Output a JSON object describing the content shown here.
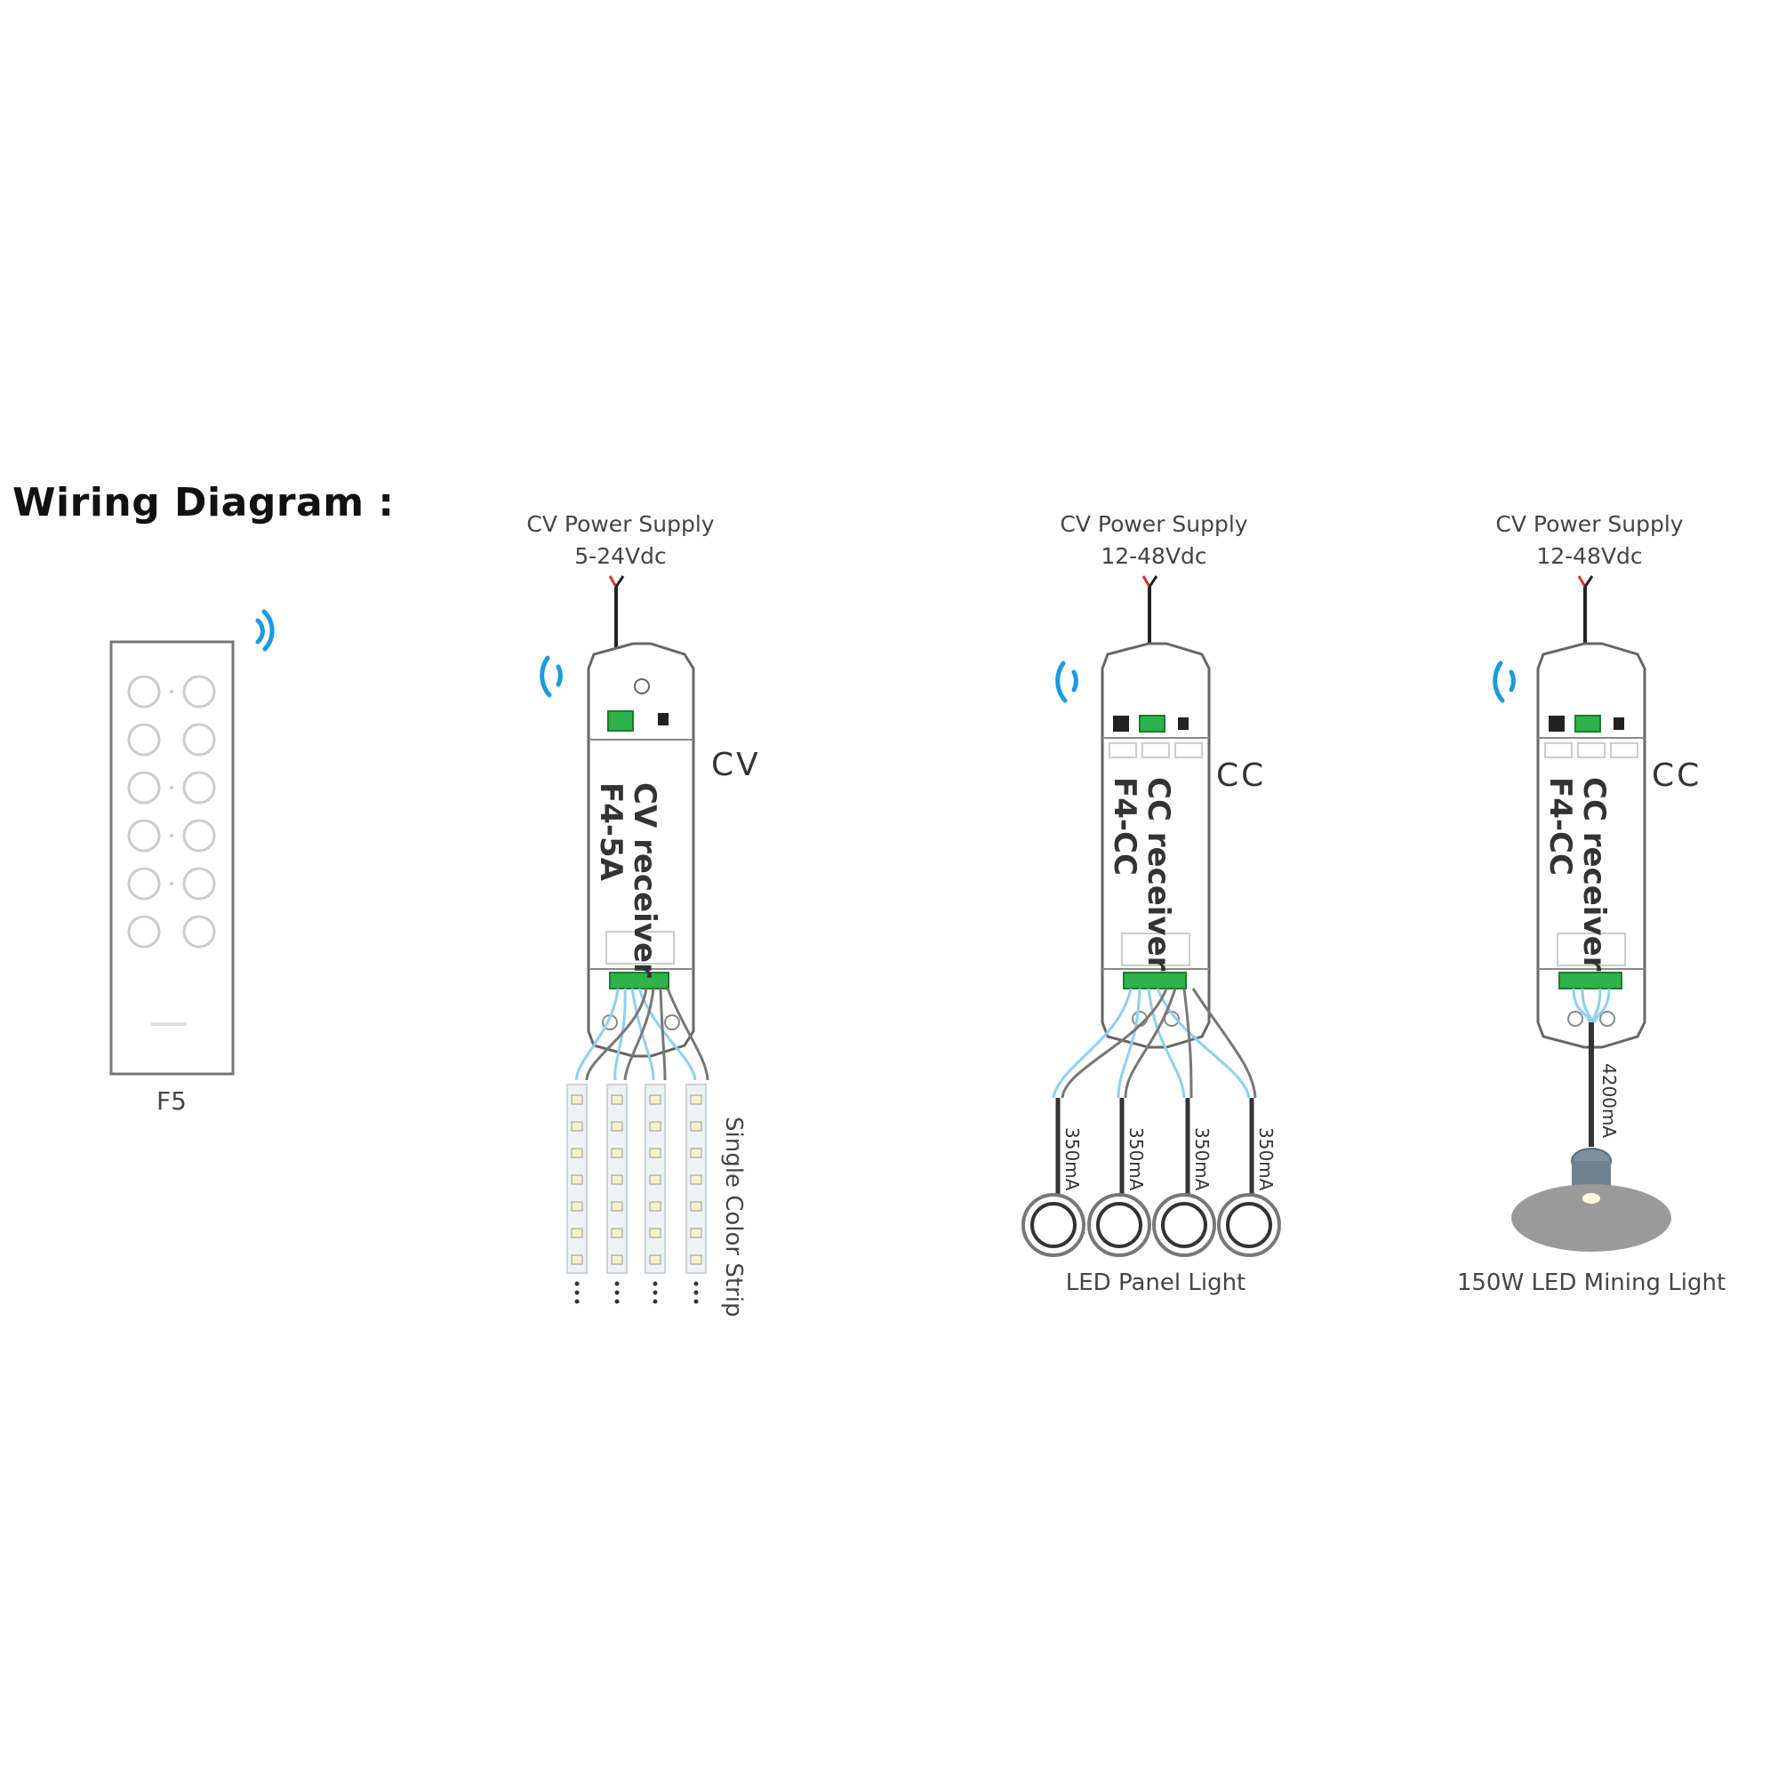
{
  "title": "Wiring Diagram :",
  "remote": {
    "name": "F5"
  },
  "diagrams": [
    {
      "psu_line1": "CV Power Supply",
      "psu_line2": "5-24Vdc",
      "type_label": "CV",
      "receiver_line1": "CV receiver",
      "receiver_line2": "F4-5A",
      "load_label": "Single Color Strip"
    },
    {
      "psu_line1": "CV Power Supply",
      "psu_line2": "12-48Vdc",
      "type_label": "CC",
      "receiver_line1": "CC receiver",
      "receiver_line2": "F4-CC",
      "load_label": "LED Panel Light",
      "currents": [
        "350mA",
        "350mA",
        "350mA",
        "350mA"
      ]
    },
    {
      "psu_line1": "CV Power Supply",
      "psu_line2": "12-48Vdc",
      "type_label": "CC",
      "receiver_line1": "CC receiver",
      "receiver_line2": "F4-CC",
      "load_label": "150W LED Mining Light",
      "current": "4200mA"
    }
  ],
  "colors": {
    "wireless": "#1a9be0",
    "terminal": "#2db34a",
    "wire_blue": "#8fd0ee",
    "red_wire": "#d9342b"
  }
}
